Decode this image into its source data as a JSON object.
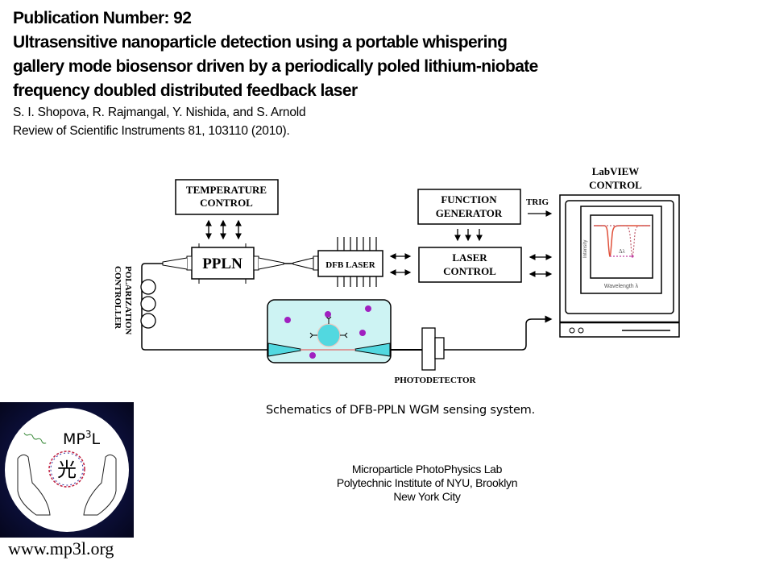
{
  "header": {
    "publication_number": "Publication Number: 92",
    "title_lines": [
      "Ultrasensitive nanoparticle detection using a portable whispering",
      "gallery mode biosensor driven by a periodically poled lithium-niobate",
      "frequency doubled distributed feedback laser"
    ],
    "authors": "S. I. Shopova, R. Rajmangal, Y. Nishida, and S. Arnold",
    "journal": "Review of Scientific Instruments  81, 103110 (2010)."
  },
  "diagram": {
    "temperature_control": [
      "TEMPERATURE",
      "CONTROL"
    ],
    "ppln": "PPLN",
    "dfb_laser": "DFB LASER",
    "function_generator": [
      "FUNCTION",
      "GENERATOR"
    ],
    "trig": "TRIG",
    "laser_control": [
      "LASER",
      "CONTROL"
    ],
    "labview_control": [
      "LabVIEW",
      "CONTROL"
    ],
    "polarization_controller": [
      "POLARIZATION",
      "CONTROLLER"
    ],
    "photodetector": "PHOTODETECTOR",
    "plot_ylabel": "Intensity",
    "plot_xlabel": "Wavelength λ",
    "plot_shift_label": "Δλ",
    "colors": {
      "chamber_fill": "#cdf3f3",
      "microsphere": "#52d8e0",
      "nanoparticle": "#a020c0",
      "resonance_curve": "#e0503a",
      "shift_marker": "#c040a0"
    }
  },
  "caption": "Schematics of DFB-PPLN WGM sensing system.",
  "lab": {
    "line1": "Microparticle PhotoPhysics Lab",
    "line2": "Polytechnic Institute of NYU, Brooklyn",
    "line3": "New York City"
  },
  "logo": {
    "text": "MP",
    "superscript": "3",
    "suffix": "L",
    "glyph": "光"
  },
  "url": "www.mp3l.org"
}
